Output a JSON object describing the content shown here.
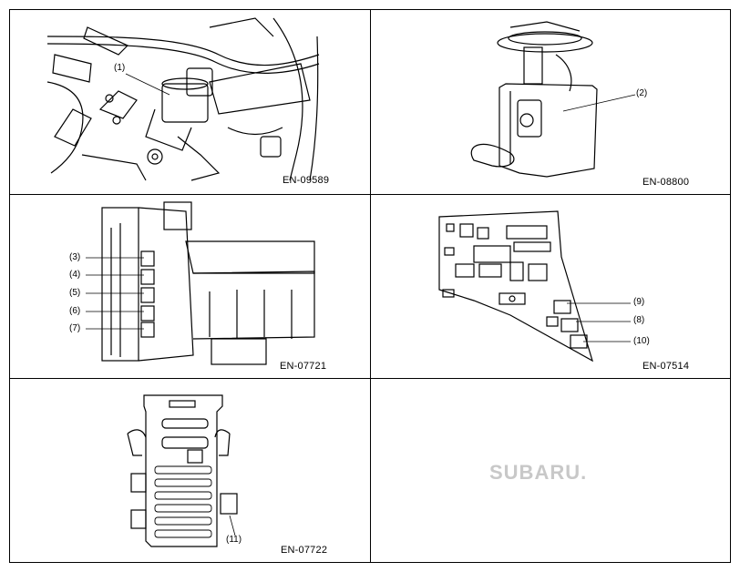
{
  "panels": [
    {
      "code": "EN-09589",
      "labels": [
        "(1)"
      ]
    },
    {
      "code": "EN-08800",
      "labels": [
        "(2)"
      ]
    },
    {
      "code": "EN-07721",
      "labels": [
        "(3)",
        "(4)",
        "(5)",
        "(6)",
        "(7)"
      ]
    },
    {
      "code": "EN-07514",
      "labels": [
        "(9)",
        "(8)",
        "(10)"
      ]
    },
    {
      "code": "EN-07722",
      "labels": [
        "(11)"
      ]
    }
  ],
  "logo": {
    "text": "SUBARU."
  }
}
